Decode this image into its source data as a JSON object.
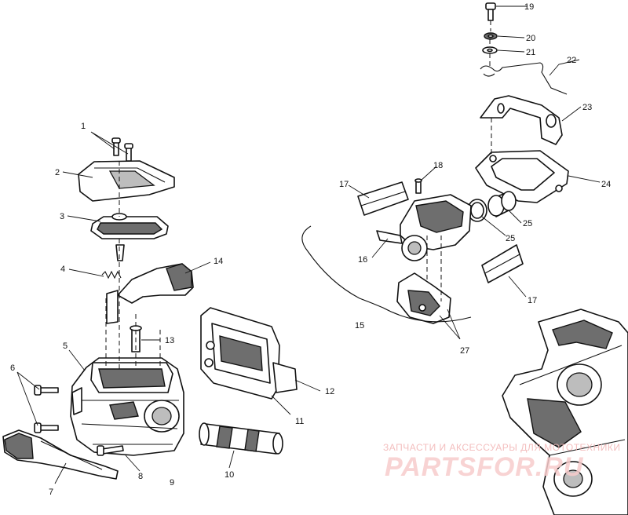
{
  "labels": [
    {
      "id": "1",
      "text": "1"
    },
    {
      "id": "2",
      "text": "2"
    },
    {
      "id": "3",
      "text": "3"
    },
    {
      "id": "4",
      "text": "4"
    },
    {
      "id": "5",
      "text": "5"
    },
    {
      "id": "6",
      "text": "6"
    },
    {
      "id": "7",
      "text": "7"
    },
    {
      "id": "8",
      "text": "8"
    },
    {
      "id": "9",
      "text": "9"
    },
    {
      "id": "10",
      "text": "10"
    },
    {
      "id": "11",
      "text": "11"
    },
    {
      "id": "12",
      "text": "12"
    },
    {
      "id": "13",
      "text": "13"
    },
    {
      "id": "14",
      "text": "14"
    },
    {
      "id": "15",
      "text": "15"
    },
    {
      "id": "16",
      "text": "16"
    },
    {
      "id": "17a",
      "text": "17"
    },
    {
      "id": "17b",
      "text": "17"
    },
    {
      "id": "18",
      "text": "18"
    },
    {
      "id": "19",
      "text": "19"
    },
    {
      "id": "20",
      "text": "20"
    },
    {
      "id": "21",
      "text": "21"
    },
    {
      "id": "22",
      "text": "22"
    },
    {
      "id": "23",
      "text": "23"
    },
    {
      "id": "24",
      "text": "24"
    },
    {
      "id": "25a",
      "text": "25"
    },
    {
      "id": "25b",
      "text": "25"
    },
    {
      "id": "27",
      "text": "27"
    }
  ],
  "watermark": {
    "tagline": "ЗАПЧАСТИ И АКСЕССУАРЫ ДЛЯ МОТОТЕХНИКИ",
    "brand": "PARTSFOR.RU",
    "color": "#e88a8a"
  }
}
